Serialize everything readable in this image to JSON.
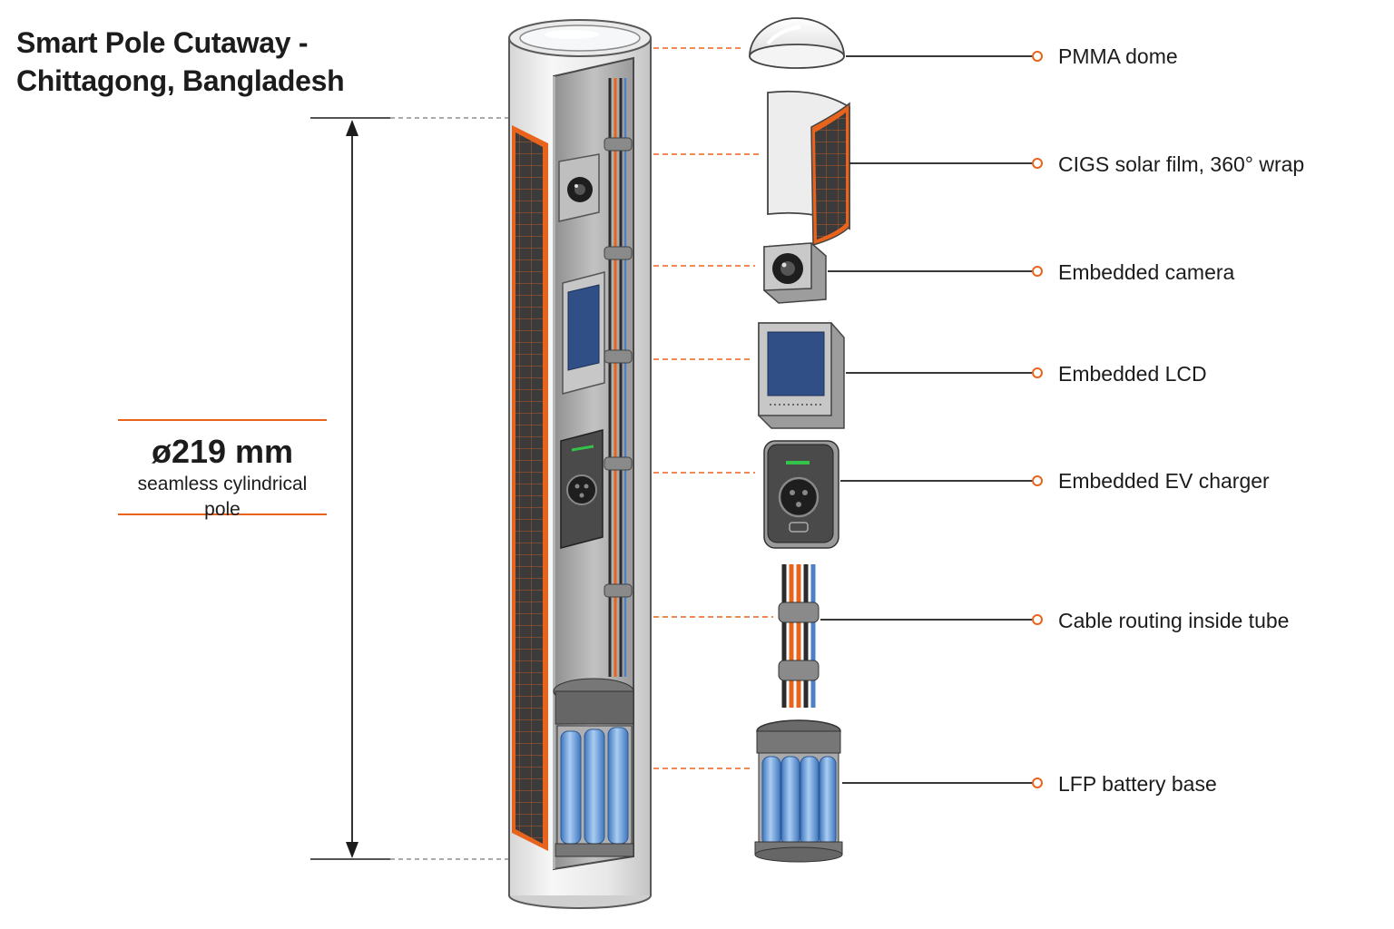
{
  "title": {
    "line1": "Smart Pole Cutaway -",
    "line2": "Chittagong, Bangladesh"
  },
  "dimension": {
    "value": "ø219 mm",
    "description": "seamless cylindrical pole"
  },
  "callouts": [
    {
      "id": "dome",
      "label": "PMMA dome"
    },
    {
      "id": "solar",
      "label": "CIGS solar film, 360° wrap"
    },
    {
      "id": "camera",
      "label": "Embedded camera"
    },
    {
      "id": "lcd",
      "label": "Embedded LCD"
    },
    {
      "id": "ev",
      "label": "Embedded EV charger"
    },
    {
      "id": "cable",
      "label": "Cable routing inside tube"
    },
    {
      "id": "battery",
      "label": "LFP battery base"
    }
  ],
  "colors": {
    "accent": "#e8641c",
    "battery": "#6ea3e0",
    "screen": "#2f4f86",
    "indicator": "#35c24a",
    "metal": "#b9b9b9",
    "solar": "#3a3a3a"
  }
}
